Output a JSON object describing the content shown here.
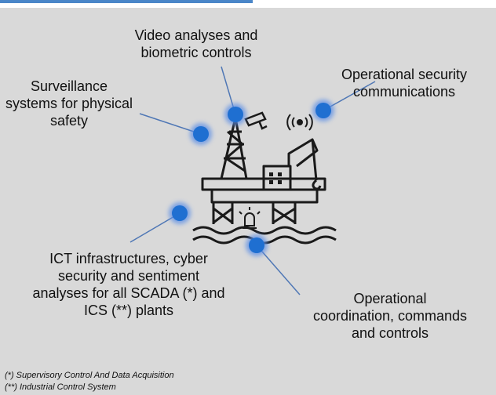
{
  "labels": {
    "video": [
      "Video analyses and",
      "biometric controls"
    ],
    "communications": [
      "Operational security",
      "communications"
    ],
    "surveillance": [
      "Surveillance",
      "systems for physical",
      "safety"
    ],
    "ict": [
      "ICT infrastructures, cyber",
      "security and sentiment",
      "analyses for all SCADA (*) and",
      "ICS (**) plants"
    ],
    "coordination": [
      "Operational",
      "coordination, commands",
      "and controls"
    ]
  },
  "footnotes": {
    "scada": "(*) Supervisory Control And Data Acquisition",
    "ics": "(**) Industrial Control System"
  },
  "icons": [
    "oil-platform-icon",
    "cctv-camera-icon",
    "wireless-signal-icon",
    "alarm-beacon-icon"
  ],
  "colors": {
    "background": "#d9d9d9",
    "node": "#1f6fd1",
    "node_glow": "#5b8ee6",
    "connector": "#4f77b5",
    "icon": "#1a1a1a"
  }
}
